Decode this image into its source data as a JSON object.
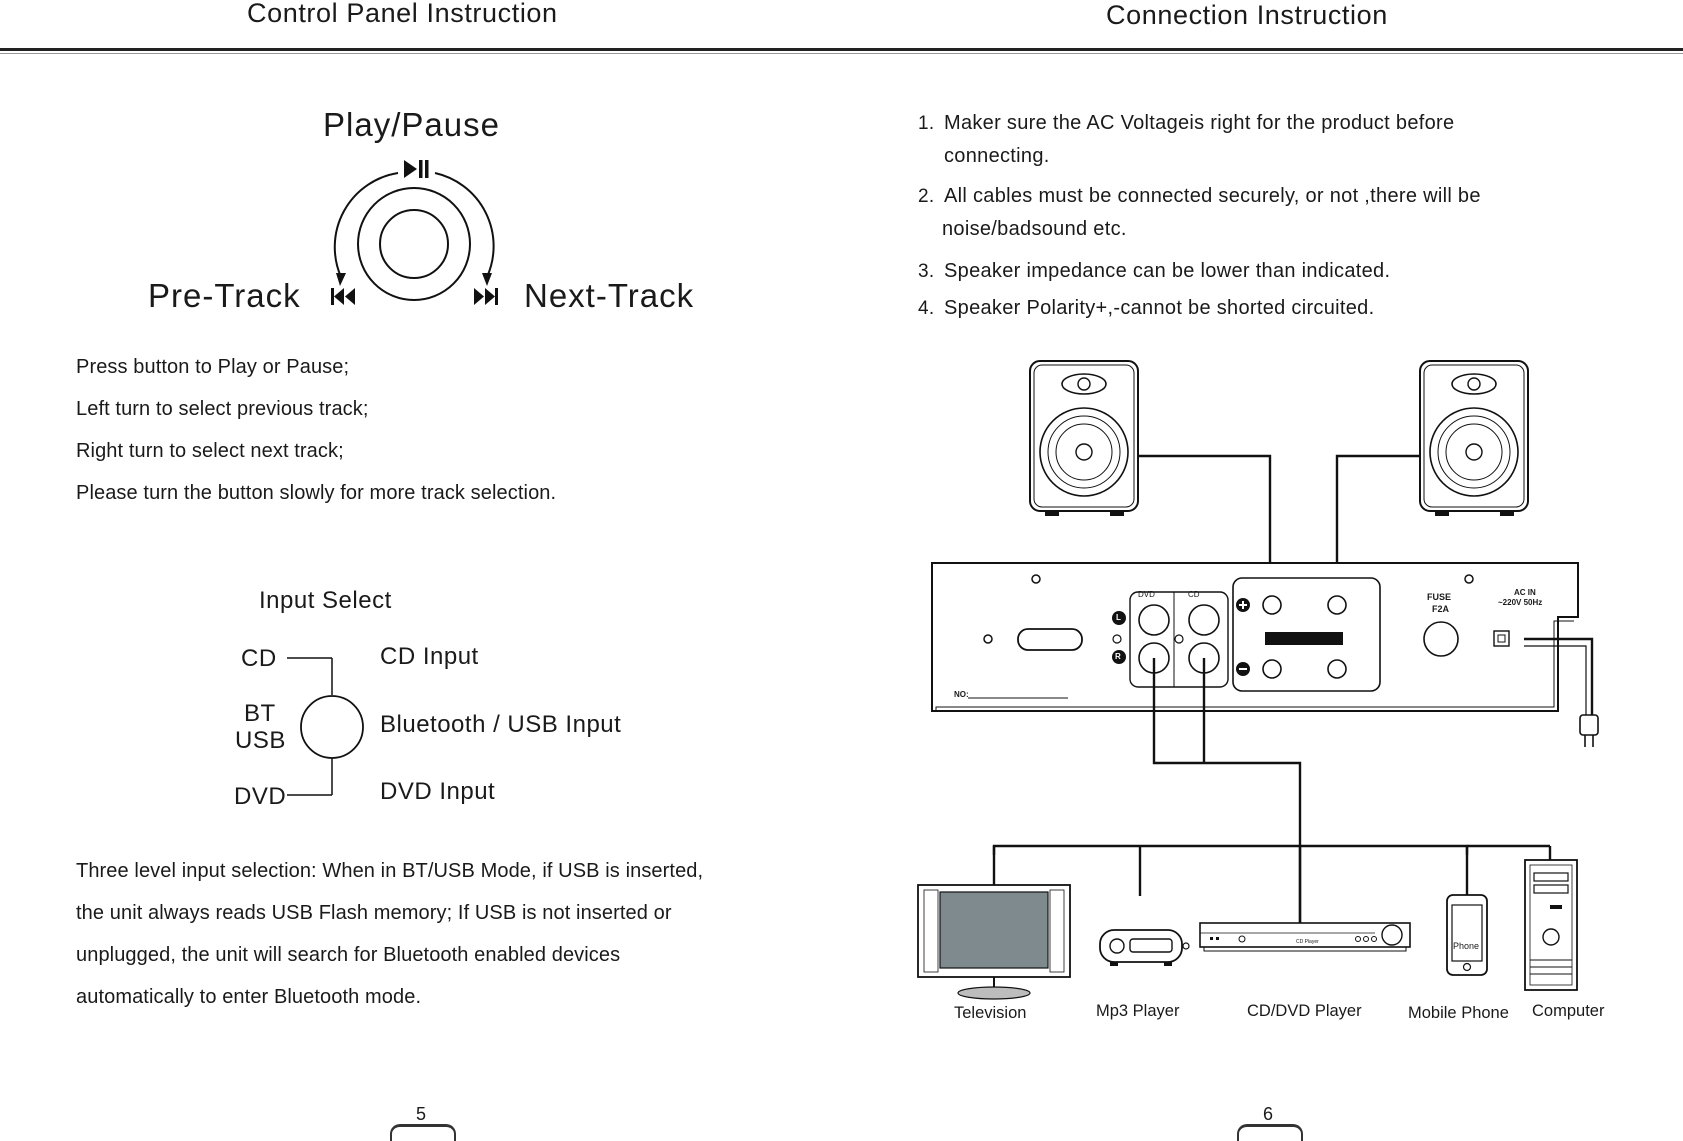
{
  "left_page": {
    "header": "Control Panel Instruction",
    "knob": {
      "play_pause_label": "Play/Pause",
      "pre_track_label": "Pre-Track",
      "next_track_label": "Next-Track"
    },
    "instructions": [
      "Press button to Play or Pause;",
      "Left turn to select previous track;",
      "Right turn to select next track;",
      "Please turn the button slowly for more track selection."
    ],
    "input_select": {
      "title": "Input Select",
      "positions": [
        "CD",
        "BT",
        "USB",
        "DVD"
      ],
      "descriptions": [
        "CD Input",
        "Bluetooth / USB Input",
        "DVD Input"
      ]
    },
    "paragraph": [
      "Three level input selection: When in BT/USB Mode, if USB is inserted,",
      "the unit always reads USB Flash memory; If USB is not inserted or",
      "unplugged, the unit will search for Bluetooth enabled devices",
      "automatically to enter Bluetooth mode."
    ],
    "page_number": "5"
  },
  "right_page": {
    "header": "Connection Instruction",
    "steps": [
      {
        "num": "1.",
        "lines": [
          "Maker  sure  the  AC  Voltageis  right  for  the  product before",
          "connecting."
        ]
      },
      {
        "num": "2.",
        "lines": [
          "All  cables  must  be  connected securely,  or not ,there will be",
          "noise/badsound etc."
        ]
      },
      {
        "num": "3.",
        "lines": [
          "Speaker  impedance  can  be  lower  than  indicated."
        ]
      },
      {
        "num": "4.",
        "lines": [
          "Speaker Polarity+,-cannot be shorted circuited."
        ]
      }
    ],
    "panel_labels": {
      "dvd": "DVD",
      "cd": "CD",
      "l": "L",
      "r": "R",
      "fuse": "FUSE",
      "fuse_rating": "F2A",
      "ac_in": "AC IN",
      "ac_rating": "~220V 50Hz",
      "serial": "NO:",
      "cd_player_tag": "CD Player",
      "phone_screen": "Phone"
    },
    "devices": [
      "Television",
      "Mp3 Player",
      "CD/DVD Player",
      "Mobile Phone",
      "Computer"
    ],
    "page_number": "6"
  }
}
